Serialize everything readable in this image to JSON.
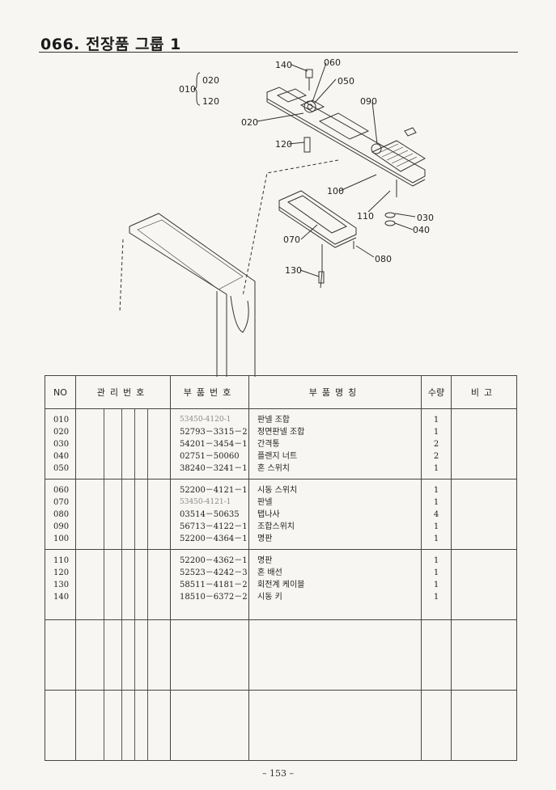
{
  "page": {
    "title": "066. 전장품 그룹 1",
    "page_number": "– 153 –"
  },
  "diagram": {
    "callouts": {
      "c010": "010",
      "c020a": "020",
      "c120a": "120",
      "c140": "140",
      "c060": "060",
      "c050": "050",
      "c090": "090",
      "c020": "020",
      "c120": "120",
      "c100": "100",
      "c110": "110",
      "c030": "030",
      "c040": "040",
      "c070": "070",
      "c080": "080",
      "c130": "130"
    }
  },
  "table": {
    "headers": {
      "no": "NO",
      "mgmt": "관리번호",
      "part_no": "부품번호",
      "name": "부품명칭",
      "qty": "수량",
      "remarks": "비고"
    },
    "groups": [
      {
        "rows": [
          {
            "no": "010",
            "part_no": "53450-4120-1",
            "name": "판넬 조합",
            "qty": "1",
            "faint": true
          },
          {
            "no": "020",
            "part_no": "52793－3315－2",
            "name": "정면판넬 조합",
            "qty": "1"
          },
          {
            "no": "030",
            "part_no": "54201－3454－1",
            "name": "간격통",
            "qty": "2"
          },
          {
            "no": "040",
            "part_no": "02751－50060",
            "name": "플랜지 너트",
            "qty": "2"
          },
          {
            "no": "050",
            "part_no": "38240－3241－1",
            "name": "혼 스위치",
            "qty": "1"
          }
        ]
      },
      {
        "rows": [
          {
            "no": "060",
            "part_no": "52200－4121－1",
            "name": "시동 스위치",
            "qty": "1"
          },
          {
            "no": "070",
            "part_no": "53450-4121-1",
            "name": "판넬",
            "qty": "1",
            "faint": true
          },
          {
            "no": "080",
            "part_no": "03514－50635",
            "name": "탭나사",
            "qty": "4"
          },
          {
            "no": "090",
            "part_no": "56713－4122－1",
            "name": "조합스위치",
            "qty": "1"
          },
          {
            "no": "100",
            "part_no": "52200－4364－1",
            "name": "명판",
            "qty": "1"
          }
        ]
      },
      {
        "rows": [
          {
            "no": "110",
            "part_no": "52200－4362－1",
            "name": "명판",
            "qty": "1"
          },
          {
            "no": "120",
            "part_no": "52523－4242－3",
            "name": "혼 배선",
            "qty": "1"
          },
          {
            "no": "130",
            "part_no": "58511－4181－2",
            "name": "회전계 케이블",
            "qty": "1"
          },
          {
            "no": "140",
            "part_no": "18510－6372－2",
            "name": "시동 키",
            "qty": "1"
          }
        ]
      },
      {
        "rows": []
      },
      {
        "rows": []
      }
    ]
  }
}
